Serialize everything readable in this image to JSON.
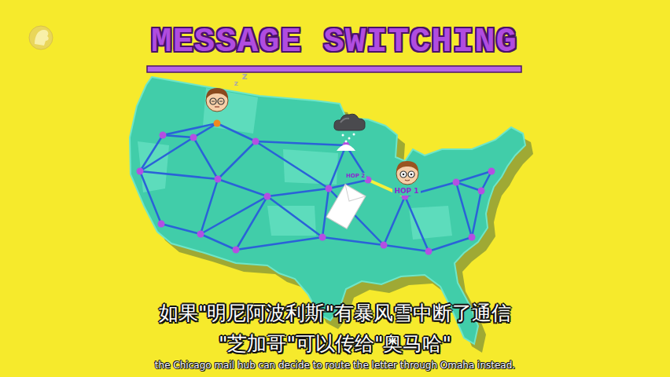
{
  "diagram": {
    "title": "MESSAGE SWITCHING",
    "labels": [
      "z",
      "z",
      "HOP 2",
      "HOP 1",
      "如果\"明尼阿波利斯\"有暴风雪中断了通信 \"芝加哥\"可以传给\"奥马哈\"",
      "the Chicago mail hub can decide to route the letter through Omaha instead."
    ]
  }
}
